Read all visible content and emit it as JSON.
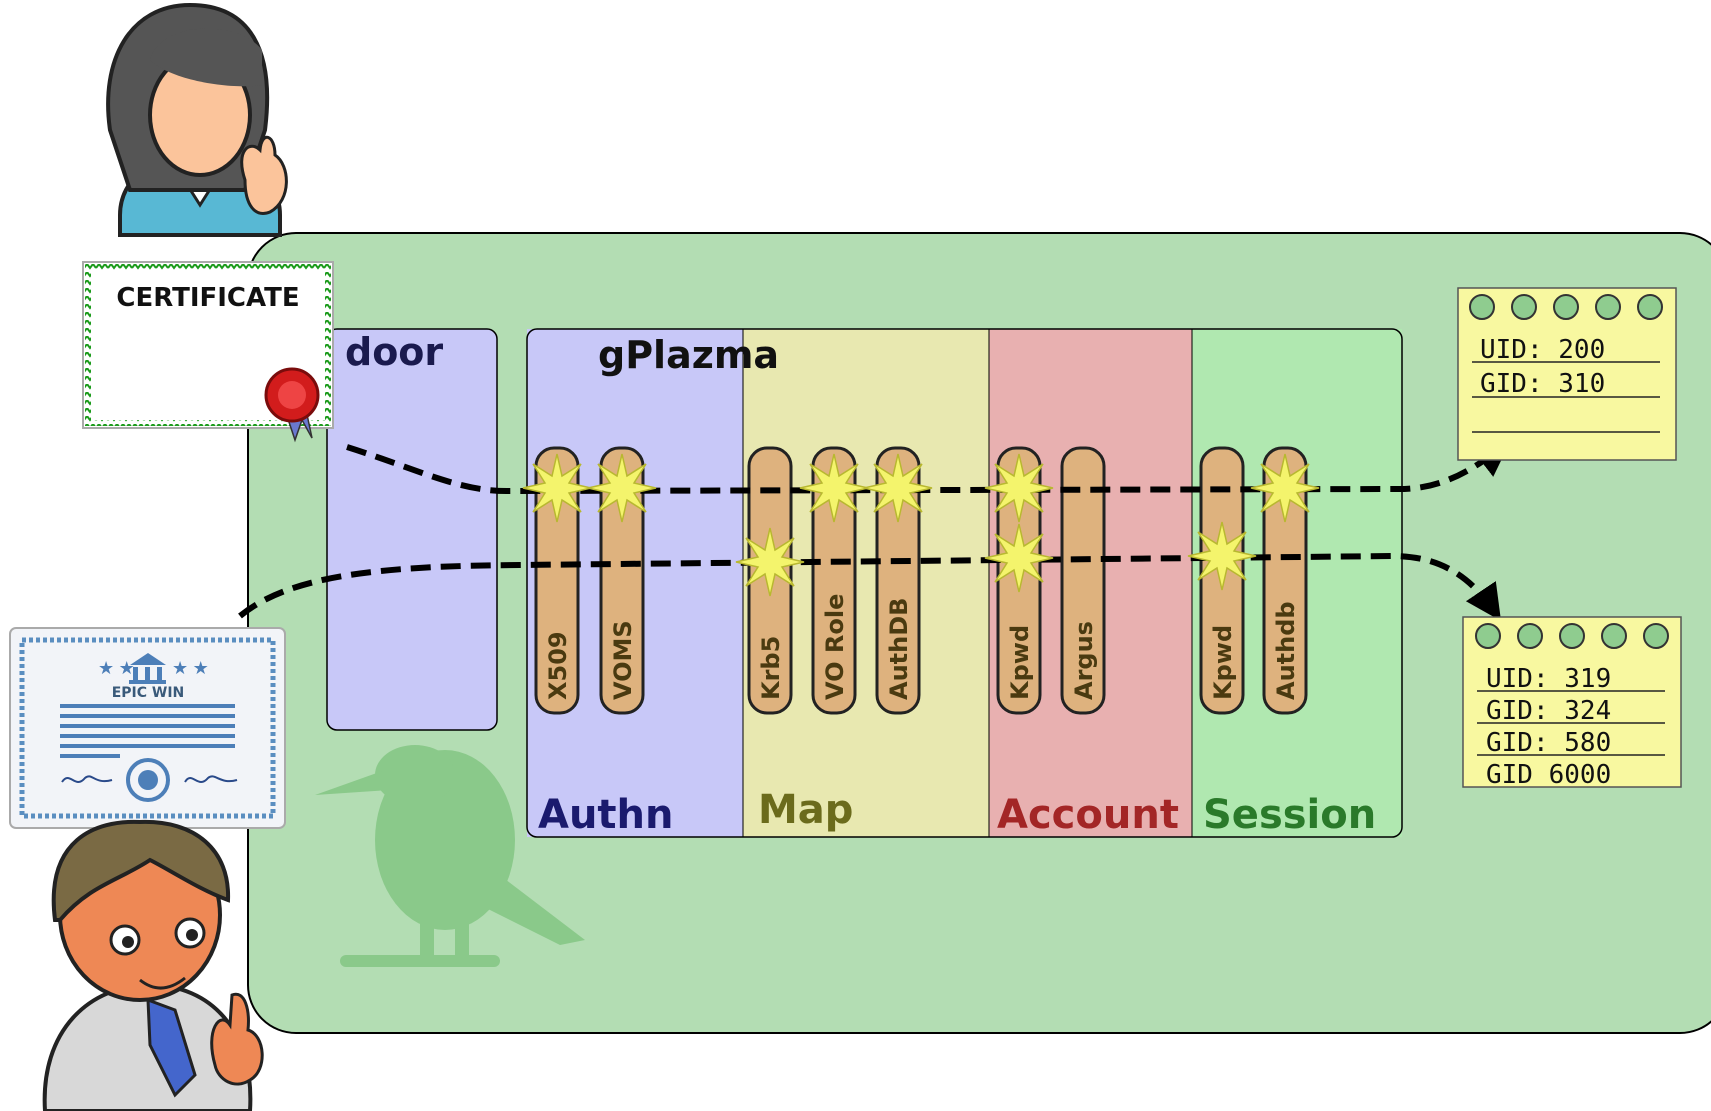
{
  "certificate_top": {
    "title": "CERTIFICATE"
  },
  "certificate_bottom": {
    "title": "EPIC WIN"
  },
  "door": {
    "label": "door"
  },
  "gplazma": {
    "label": "gPlazma"
  },
  "phases": [
    {
      "label": "Authn",
      "color": "#1a1a6e"
    },
    {
      "label": "Map",
      "color": "#6b6b1c"
    },
    {
      "label": "Account",
      "color": "#a32626"
    },
    {
      "label": "Session",
      "color": "#2a7a2a"
    }
  ],
  "plugins": [
    "X509",
    "VOMS",
    "Krb5",
    "VO Role",
    "AuthDB",
    "Kpwd",
    "Argus",
    "Kpwd",
    "Authdb"
  ],
  "note_top": [
    "UID: 200",
    "GID: 310"
  ],
  "note_bottom": [
    "UID: 319",
    "GID: 324",
    "GID: 580",
    "GID 6000"
  ],
  "colors": {
    "background_panel": "#b3ddb3",
    "door_panel": "#c8c8f8",
    "authn_panel": "#c8c8f8",
    "map_panel": "#e8e8b0",
    "account_panel": "#e8b0b0",
    "session_panel": "#b0e8b0",
    "plugin": "#deb27e",
    "star": "#f4f46c",
    "note": "#f8f8a0"
  }
}
